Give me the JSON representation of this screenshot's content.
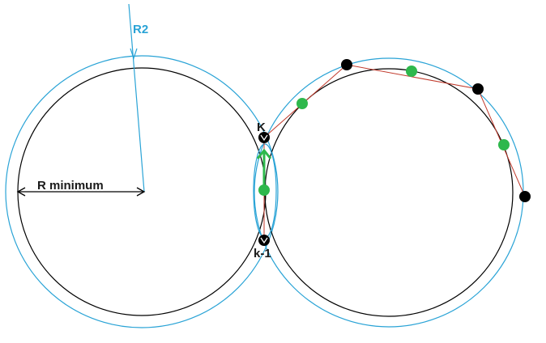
{
  "labels": {
    "r2": "R2",
    "r_minimum": "R minimum",
    "k": "K",
    "k_minus_1": "k-1"
  },
  "colors": {
    "inner_circle": "#000000",
    "outer_circle": "#29a3d6",
    "polyline": "#c0392b",
    "black_point": "#000000",
    "green_point": "#2eb84c",
    "arrow": "#2eb84c",
    "dimension_arrow": "#000000"
  }
}
